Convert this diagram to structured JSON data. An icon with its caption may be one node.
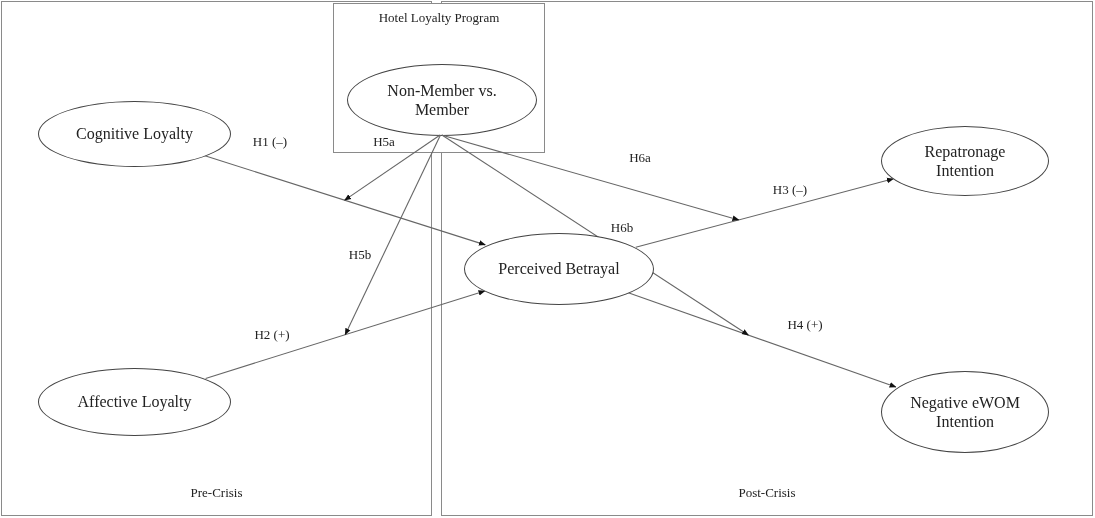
{
  "diagram": {
    "nodes": [
      {
        "text": [
          "Pre-Crisis"
        ]
      },
      {
        "text": [
          "Post-Crisis"
        ]
      },
      {
        "text": [
          "Hotel Loyalty Program"
        ]
      },
      {
        "text": [
          "Non-Member vs. Member"
        ],
        "in": 2
      },
      {
        "text": [
          "Cognitive Loyalty"
        ],
        "in": 0
      },
      {
        "text": [
          "Affective Loyalty"
        ],
        "in": 0
      },
      {
        "text": [
          "Perceived Betrayal"
        ],
        "in": 1
      },
      {
        "text": [
          "Repatronage Intention"
        ],
        "in": 1
      },
      {
        "text": [
          "Negative eWOM Intention"
        ],
        "in": 1
      }
    ],
    "edges": [
      {
        "from": 4,
        "to": 6,
        "arrow": "to",
        "label": "H1 (–)"
      },
      {
        "from": 5,
        "to": 6,
        "arrow": "to",
        "label": "H2 (+)"
      },
      {
        "from": 6,
        "to": 7,
        "arrow": "to",
        "label": "H3 (–)"
      },
      {
        "from": 6,
        "to": 8,
        "arrow": "to",
        "label": "H4 (+)"
      },
      {
        "from": 3,
        "to": null,
        "arrow": "to",
        "label": "H5a"
      },
      {
        "from": 3,
        "to": null,
        "arrow": "to",
        "label": "H5b"
      },
      {
        "from": 3,
        "to": null,
        "arrow": "to",
        "label": "H6a"
      },
      {
        "from": 3,
        "to": null,
        "arrow": "to",
        "label": "H6b"
      }
    ]
  }
}
